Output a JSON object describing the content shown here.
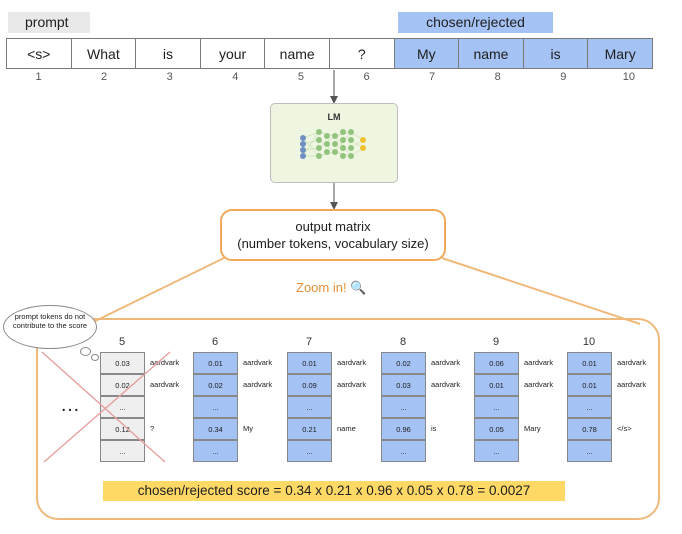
{
  "labels": {
    "prompt": "prompt",
    "chosen": "chosen/rejected"
  },
  "tokens": [
    {
      "text": "<s>",
      "index": "1",
      "chosen": false
    },
    {
      "text": "What",
      "index": "2",
      "chosen": false
    },
    {
      "text": "is",
      "index": "3",
      "chosen": false
    },
    {
      "text": "your",
      "index": "4",
      "chosen": false
    },
    {
      "text": "name",
      "index": "5",
      "chosen": false
    },
    {
      "text": "?",
      "index": "6",
      "chosen": false
    },
    {
      "text": "My",
      "index": "7",
      "chosen": true
    },
    {
      "text": "name",
      "index": "8",
      "chosen": true
    },
    {
      "text": "is",
      "index": "9",
      "chosen": true
    },
    {
      "text": "Mary",
      "index": "10",
      "chosen": true
    }
  ],
  "lm": {
    "title": "LM"
  },
  "output_box": {
    "line1": "output matrix",
    "line2": "(number tokens, vocabulary size)"
  },
  "zoom": {
    "text": "Zoom in! 🔍"
  },
  "cloud": {
    "text": "prompt tokens do not contribute to the score"
  },
  "ellipsis": "…",
  "columns": [
    {
      "num": "5",
      "blue": false,
      "crossed": true,
      "cells": [
        "0.03",
        "0.02",
        "...",
        "0.12",
        "..."
      ],
      "words": [
        "aardvark",
        "aardvark",
        "",
        "?",
        ""
      ]
    },
    {
      "num": "6",
      "blue": true,
      "crossed": false,
      "cells": [
        "0.01",
        "0.02",
        "...",
        "0.34",
        "..."
      ],
      "words": [
        "aardvark",
        "aardvark",
        "",
        "My",
        ""
      ]
    },
    {
      "num": "7",
      "blue": true,
      "crossed": false,
      "cells": [
        "0.01",
        "0.09",
        "...",
        "0.21",
        "..."
      ],
      "words": [
        "aardvark",
        "aardvark",
        "",
        "name",
        ""
      ]
    },
    {
      "num": "8",
      "blue": true,
      "crossed": false,
      "cells": [
        "0.02",
        "0.03",
        "...",
        "0.96",
        "..."
      ],
      "words": [
        "aardvark",
        "aardvark",
        "",
        "is",
        ""
      ]
    },
    {
      "num": "9",
      "blue": true,
      "crossed": false,
      "cells": [
        "0.06",
        "0.01",
        "...",
        "0.05",
        "..."
      ],
      "words": [
        "aardvark",
        "aardvark",
        "",
        "Mary",
        ""
      ]
    },
    {
      "num": "10",
      "blue": true,
      "crossed": false,
      "cells": [
        "0.01",
        "0.01",
        "...",
        "0.78",
        "..."
      ],
      "words": [
        "aardvark",
        "aardvark",
        "",
        "</s>",
        ""
      ]
    }
  ],
  "score": {
    "text": "chosen/rejected score = 0.34 x 0.21 x 0.96 x 0.05 x 0.78 = 0.0027"
  },
  "colors": {
    "chosen": "#a4c2f4",
    "prompt": "#e9e9e9",
    "accent": "#f0a95b",
    "score_bg": "#ffd966",
    "lm_bg": "#eef6e2"
  }
}
